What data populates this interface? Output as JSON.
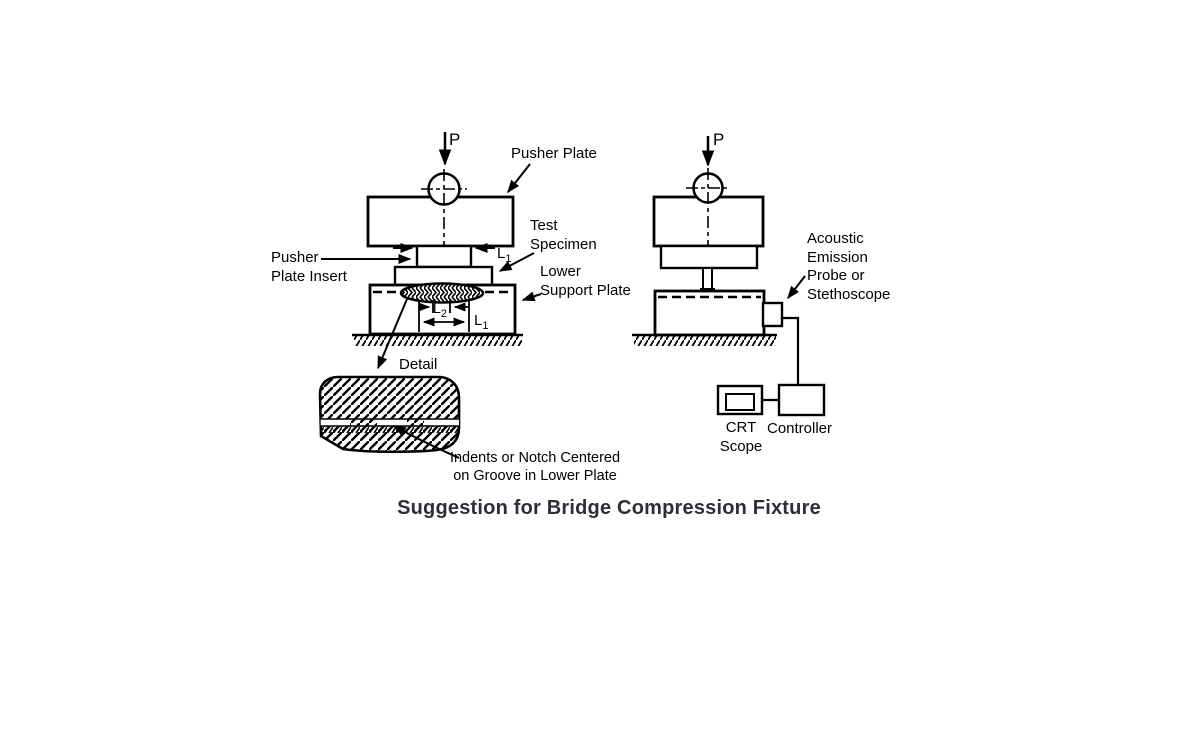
{
  "title": "Suggestion for Bridge Compression Fixture",
  "left_fixture": {
    "load_label": "P",
    "pusher_plate_label": "Pusher Plate",
    "pusher_insert_label_line1": "Pusher",
    "pusher_insert_label_line2": "Plate Insert",
    "test_specimen_label_line1": "Test",
    "test_specimen_label_line2": "Specimen",
    "lower_support_label_line1": "Lower",
    "lower_support_label_line2": "Support Plate",
    "dim_l1": {
      "base": "L",
      "sub": "1"
    },
    "dim_l2": {
      "base": "L",
      "sub": "2"
    }
  },
  "detail_view": {
    "detail_label": "Detail",
    "indents_label_line1": "Indents or Notch Centered",
    "indents_label_line2": "on Groove in Lower Plate"
  },
  "right_fixture": {
    "load_label": "P",
    "probe_label_line1": "Acoustic",
    "probe_label_line2": "Emission",
    "probe_label_line3": "Probe or",
    "probe_label_line4": "Stethoscope",
    "crt_label_line1": "CRT",
    "crt_label_line2": "Scope",
    "controller_label": "Controller"
  },
  "colors": {
    "line": "#000000",
    "title_text": "#2e2e36",
    "background": "#ffffff"
  }
}
